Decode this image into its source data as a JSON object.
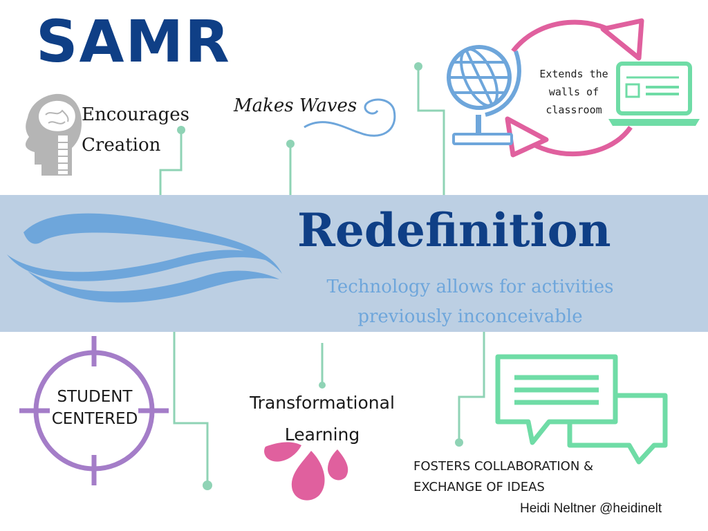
{
  "title": "SAMR",
  "level": {
    "name": "Redefinition",
    "description_line1": "Technology allows for activities",
    "description_line2": "previously inconceivable"
  },
  "features": {
    "creation_line1": "Encourages",
    "creation_line2": "Creation",
    "waves": "Makes Waves",
    "extends_line1": "Extends the",
    "extends_line2": "walls of",
    "extends_line3": "classroom",
    "student_line1": "STUDENT",
    "student_line2": "CENTERED",
    "transform_line1": "Transformational",
    "transform_line2": "Learning",
    "fosters_line1": "Fosters collaboration &",
    "fosters_line2": "exchange of ideas"
  },
  "credit": "Heidi Neltner @heidinelt",
  "colors": {
    "navy": "#0f3f86",
    "light_blue": "#6ea6db",
    "band": "#bccfe3",
    "mint": "#8fd3b5",
    "pink": "#e0609e",
    "purple": "#a47dc8",
    "green": "#6fdca6",
    "gray": "#b5b5b5"
  },
  "icons": [
    "head-brain-icon",
    "wave-swirl-icon",
    "globe-icon",
    "laptop-icon",
    "cycle-arrows-icon",
    "wave-logo-icon",
    "target-icon",
    "drops-icon",
    "speech-bubbles-icon"
  ]
}
